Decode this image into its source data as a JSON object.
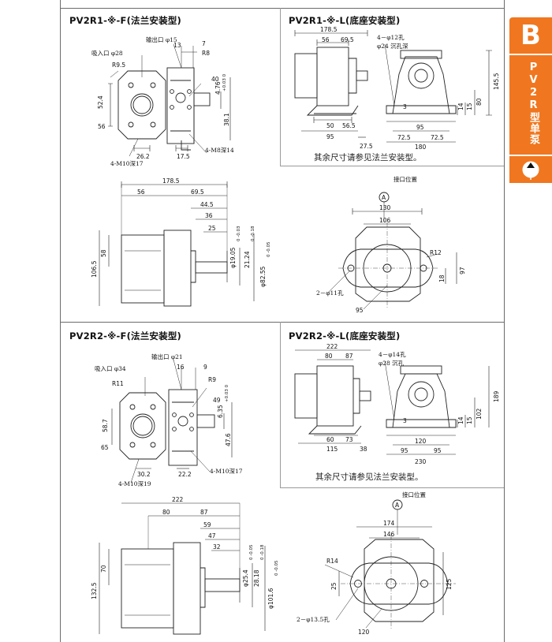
{
  "side_tab": {
    "letter": "B",
    "text": "PV2R型单泵",
    "accent_color": "#f0771f",
    "symbol_icon": "pump-symbol-icon"
  },
  "sections": {
    "pv2r1_f": {
      "title": "PV2R1-※-F(法兰安装型)",
      "front_labels": {
        "outlet": "输出口 φ15",
        "inlet": "吸入口 φ28",
        "r95": "R9.5",
        "r8": "R8",
        "d13": "13",
        "d7": "7",
        "d40": "40",
        "d524": "52.4",
        "d56": "56",
        "d262": "26.2",
        "d175": "17.5",
        "d381": "38.1",
        "d476": "4.76",
        "tol476": "+0.03 0",
        "m10": "4-M10深17",
        "m8": "4-M8深14"
      },
      "side_labels": {
        "d1785": "178.5",
        "d56": "56",
        "d695": "69.5",
        "d445": "44.5",
        "d36": "36",
        "d25": "25",
        "d58": "58",
        "d1065": "106.5",
        "phi1905": "φ19.05",
        "tol1905": "0 -0.03",
        "d2124": "21.24",
        "tol2124": "0 -0.18",
        "phi8255": "φ82.55",
        "tol8255": "0 -0.05"
      },
      "flange_labels": {
        "port": "接口位置",
        "marker": "A",
        "d130": "130",
        "d106": "106",
        "r12": "R12",
        "d18": "18",
        "d97": "97",
        "holes": "2－φ11孔",
        "d95": "95"
      }
    },
    "pv2r1_l": {
      "title": "PV2R1-※-L(底座安装型)",
      "labels": {
        "d1785": "178.5",
        "d56": "56",
        "d695": "69.5",
        "holes": "4－φ12孔",
        "cb": "φ24 沉孔深",
        "d1455": "145.5",
        "d80": "80",
        "d15": "15",
        "d14": "14",
        "d3": "3",
        "d50": "50",
        "d565": "56.5",
        "d95a": "95",
        "d275": "27.5",
        "d95b": "95",
        "d725a": "72.5",
        "d725b": "72.5",
        "d180": "180"
      },
      "note": "其余尺寸请参见法兰安装型。"
    },
    "pv2r2_f": {
      "title": "PV2R2-※-F(法兰安装型)",
      "front_labels": {
        "outlet": "输出口 φ21",
        "inlet": "吸入口 φ34",
        "r11": "R11",
        "r9": "R9",
        "d16": "16",
        "d9": "9",
        "d49": "49",
        "d587": "58.7",
        "d65": "65",
        "d302": "30.2",
        "d222": "22.2",
        "d476": "47.6",
        "d635": "6.35",
        "tol635": "+0.03 0",
        "m10a": "4-M10深19",
        "m10b": "4-M10深17"
      },
      "side_labels": {
        "d222": "222",
        "d80": "80",
        "d87": "87",
        "d59": "59",
        "d47": "47",
        "d32": "32",
        "d70": "70",
        "d1325": "132.5",
        "phi254": "φ25.4",
        "tol254": "0 -0.05",
        "d2818": "28.18",
        "tol2818": "0 -0.18",
        "phi1016": "φ101.6",
        "tol1016": "0 -0.05"
      },
      "flange_labels": {
        "port": "接口位置",
        "marker": "A",
        "d174": "174",
        "d146": "146",
        "r14": "R14",
        "d25": "25",
        "d125": "125",
        "holes": "2－φ13.5孔",
        "d120": "120"
      }
    },
    "pv2r2_l": {
      "title": "PV2R2-※-L(底座安装型)",
      "labels": {
        "d222": "222",
        "d80": "80",
        "d87": "87",
        "holes": "4－φ14孔",
        "cb": "φ28 沉孔",
        "d189": "189",
        "d102": "102",
        "d15": "15",
        "d14": "14",
        "d3": "3",
        "d60": "60",
        "d73": "73",
        "d115": "115",
        "d38": "38",
        "d120": "120",
        "d95a": "95",
        "d95b": "95",
        "d230": "230"
      },
      "note": "其余尺寸请参见法兰安装型。"
    }
  }
}
